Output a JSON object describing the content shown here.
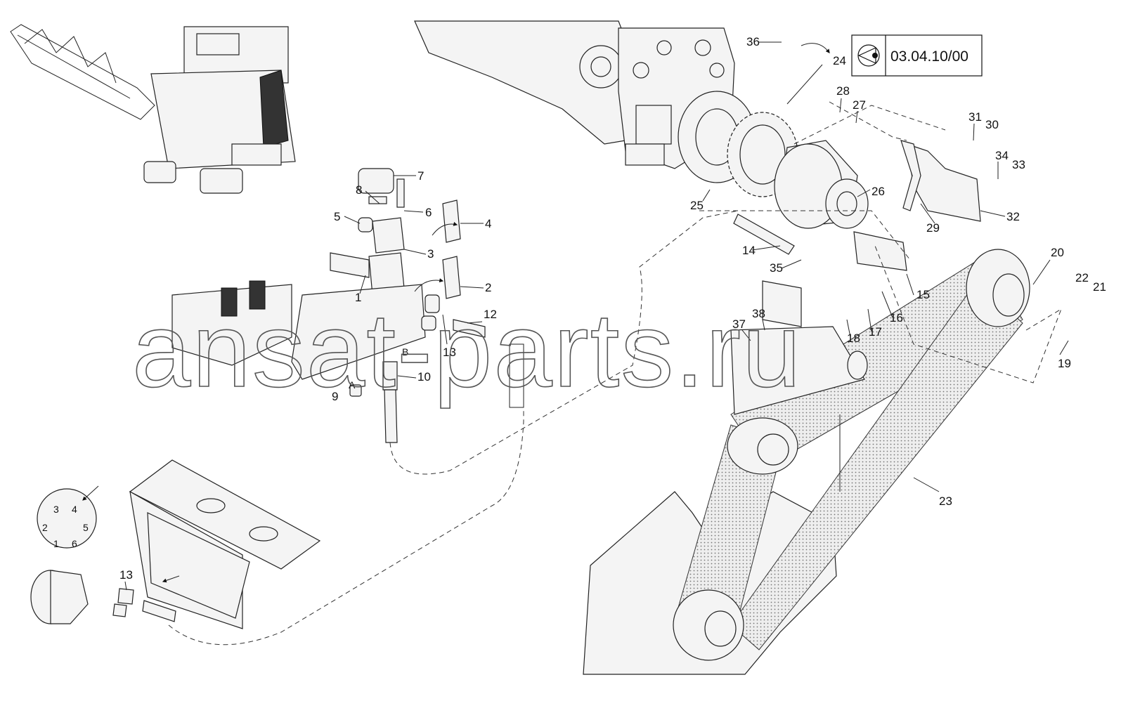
{
  "reference_box": {
    "text": "03.04.10/00",
    "icon": "eye-view-icon"
  },
  "watermark": "ansat-parts.ru",
  "callouts": [
    "1",
    "2",
    "3",
    "4",
    "5",
    "6",
    "7",
    "8",
    "9",
    "10",
    "12",
    "13",
    "13",
    "14",
    "15",
    "16",
    "17",
    "18",
    "19",
    "20",
    "21",
    "22",
    "23",
    "24",
    "25",
    "26",
    "27",
    "28",
    "29",
    "30",
    "31",
    "32",
    "33",
    "34",
    "35",
    "36",
    "37",
    "38"
  ],
  "port_letters": [
    "A",
    "B"
  ],
  "pin_numbers": [
    "1",
    "2",
    "3",
    "4",
    "5",
    "6"
  ]
}
